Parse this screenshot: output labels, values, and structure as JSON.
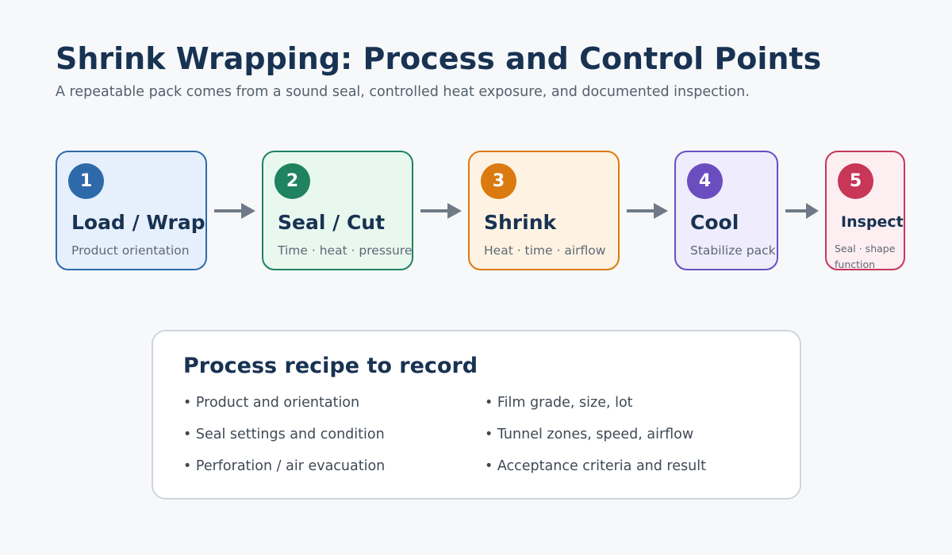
{
  "title": "Shrink Wrapping: Process and Control Points",
  "subtitle": "A repeatable pack comes from a sound seal, controlled heat exposure, and documented inspection.",
  "steps": [
    {
      "number": "1",
      "title": "Load / Wrap",
      "subtitle": "Product orientation",
      "color": "#2e6aaa",
      "bg": "#e6f0fc"
    },
    {
      "number": "2",
      "title": "Seal / Cut",
      "subtitle": "Time · heat · pressure",
      "color": "#1f8260",
      "bg": "#e8f8ef"
    },
    {
      "number": "3",
      "title": "Shrink",
      "subtitle": "Heat · time · airflow",
      "color": "#db7a10",
      "bg": "#fef3e2"
    },
    {
      "number": "4",
      "title": "Cool",
      "subtitle": "Stabilize pack",
      "color": "#6a4ec0",
      "bg": "#efecfd"
    },
    {
      "number": "5",
      "title": "Inspect",
      "subtitle": "Seal · shape\nfunction",
      "color": "#c83658",
      "bg": "#fdeef1"
    }
  ],
  "recipe": {
    "title": "Process recipe to record",
    "left_items": [
      "• Product and orientation",
      "• Seal settings and condition",
      "• Perforation / air evacuation"
    ],
    "right_items": [
      "• Film grade, size, lot",
      "• Tunnel zones, speed, airflow",
      "• Acceptance criteria and result"
    ]
  },
  "colors": {
    "title": "#183252",
    "arrow": "#707a87",
    "recipe_border": "#cfd5dc"
  }
}
